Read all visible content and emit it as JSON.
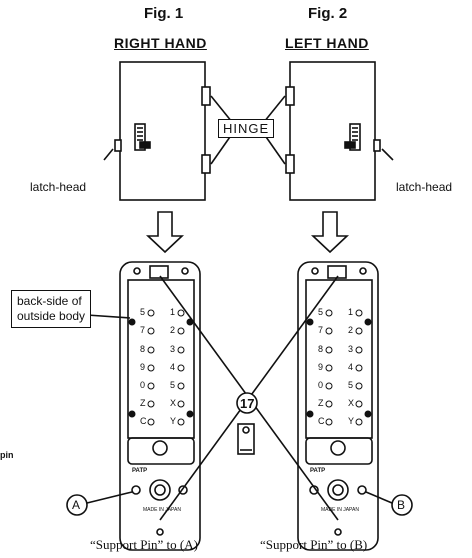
{
  "fig1": {
    "title": "Fig. 1",
    "hand": "RIGHT HAND"
  },
  "fig2": {
    "title": "Fig. 2",
    "hand": "LEFT HAND"
  },
  "hinge_label": "HINGE",
  "latch_left": "latch-head",
  "latch_right": "latch-head",
  "backside_line1": "back-side of",
  "backside_line2": "outside body",
  "part_number": "17",
  "pin_fragment": "pin",
  "marker_a": "A",
  "marker_b": "B",
  "support_a": "“Support Pin” to (A)",
  "support_b": "“Support Pin” to (B)",
  "patp": "PATP",
  "made_in": "MADE IN JAPAN",
  "keypad": {
    "left": [
      "5",
      "7",
      "8",
      "9",
      "0",
      "Z",
      "C"
    ],
    "right": [
      "1",
      "2",
      "3",
      "4",
      "5",
      "X",
      "Y"
    ]
  }
}
